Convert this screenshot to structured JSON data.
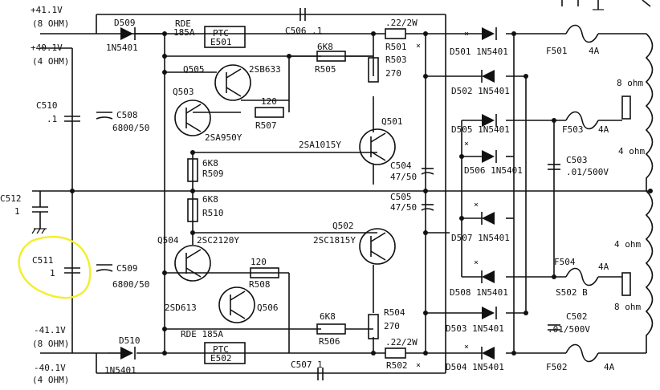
{
  "rails": {
    "top1": "+41.1V",
    "top1_sub": "(8 OHM)",
    "top2": "+40.1V",
    "top2_sub": "(4 OHM)",
    "bot1": "-41.1V",
    "bot1_sub": "(8 OHM)",
    "bot2": "-40.1V",
    "bot2_sub": "(4 OHM)"
  },
  "parts": {
    "D509": "D509",
    "D509v": "1N5401",
    "D510": "D510",
    "D510v": "1N5401",
    "RDE_top": "RDE",
    "RDE_top2": "185A",
    "PTC1": "PTC",
    "PTC1b": "E501",
    "RDE_bot": "RDE 185A",
    "PTC2": "PTC",
    "PTC2b": "E502",
    "C506": "C506 .1",
    "C507": "C507  1",
    "C510": "C510",
    "C510v": ".1",
    "C512": "C512",
    "C512v": "1",
    "C511": "C511",
    "C511v": "1",
    "C508": "C508",
    "C508v": "6800/50",
    "C509": "C509",
    "C509v": "6800/50",
    "Q505": "Q505",
    "Q505t": "2SB633",
    "Q503": "Q503",
    "Q503t": "2SA950Y",
    "R505v": "6K8",
    "R505": "R505",
    "R507v": "120",
    "R507": "R507",
    "R509v": "6K8",
    "R509": "R509",
    "R510v": "6K8",
    "R510": "R510",
    "Q501": "Q501",
    "Q501t": "2SA1015Y",
    "R501v": ".22/2W",
    "R501": "R501",
    "R503": "R503",
    "R503v": "270",
    "C504": "C504",
    "C504v": "47/50",
    "C505": "C505",
    "C505v": "47/50",
    "Q502": "Q502",
    "Q502t": "2SC1815Y",
    "Q504": "Q504",
    "Q504t": "2SC2120Y",
    "R508v": "120",
    "R508": "R508",
    "Q506": "Q506",
    "Q506t": "2SD613",
    "R506v": "6K8",
    "R506": "R506",
    "R504": "R504",
    "R504v": "270",
    "R502v": ".22/2W",
    "R502": "R502",
    "D501": "D501 1N5401",
    "D502": "D502 1N5401",
    "D505": "D505 1N5401",
    "D506": "D506 1N5401",
    "D507": "D507 1N5401",
    "D508": "D508  1N5401",
    "D503": "D503  1N5401",
    "D504": "D504  1N5401",
    "F501": "F501",
    "F501v": "4A",
    "F502": "F502",
    "F502v": "4A",
    "F503": "F503",
    "F503v": "4A",
    "F504": "F504",
    "F504v": "4A",
    "C503": "C503",
    "C503v": ".01/500V",
    "C502": "C502",
    "C502v": ".01/500V",
    "S502B": "S502 B",
    "ohm8a": "8 ohm",
    "ohm4a": "4 ohm",
    "ohm4b": "4 ohm",
    "ohm8b": "8 ohm",
    "x": "×"
  },
  "highlight_color": "#f2ef2a"
}
